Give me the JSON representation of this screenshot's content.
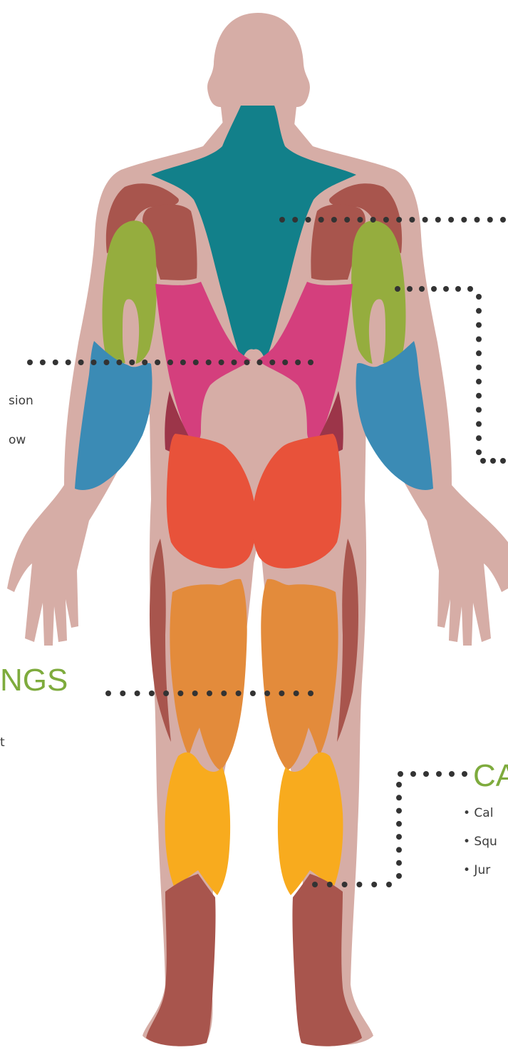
{
  "colors": {
    "skin": "#d6ada6",
    "traps": "#12808a",
    "deltoid": "#a8554d",
    "triceps": "#95ad3e",
    "forearm": "#3b8bb5",
    "lats": "#d43f7d",
    "obliques": "#9c3549",
    "glutes": "#e8523a",
    "hamstrings": "#e38b3b",
    "calves": "#f8ab1e",
    "lower_leg": "#a8554d",
    "title_green": "#7eab3d",
    "text": "#3c3c3c",
    "dots": "#333333"
  },
  "labels": {
    "left_partial_1": "sion",
    "left_partial_2": "ow",
    "hamstrings_title": "NGS",
    "left_bullet_partial": "t",
    "calves_title": "CA",
    "calves_items": [
      "• Cal",
      "• Squ",
      "• Jur"
    ]
  }
}
